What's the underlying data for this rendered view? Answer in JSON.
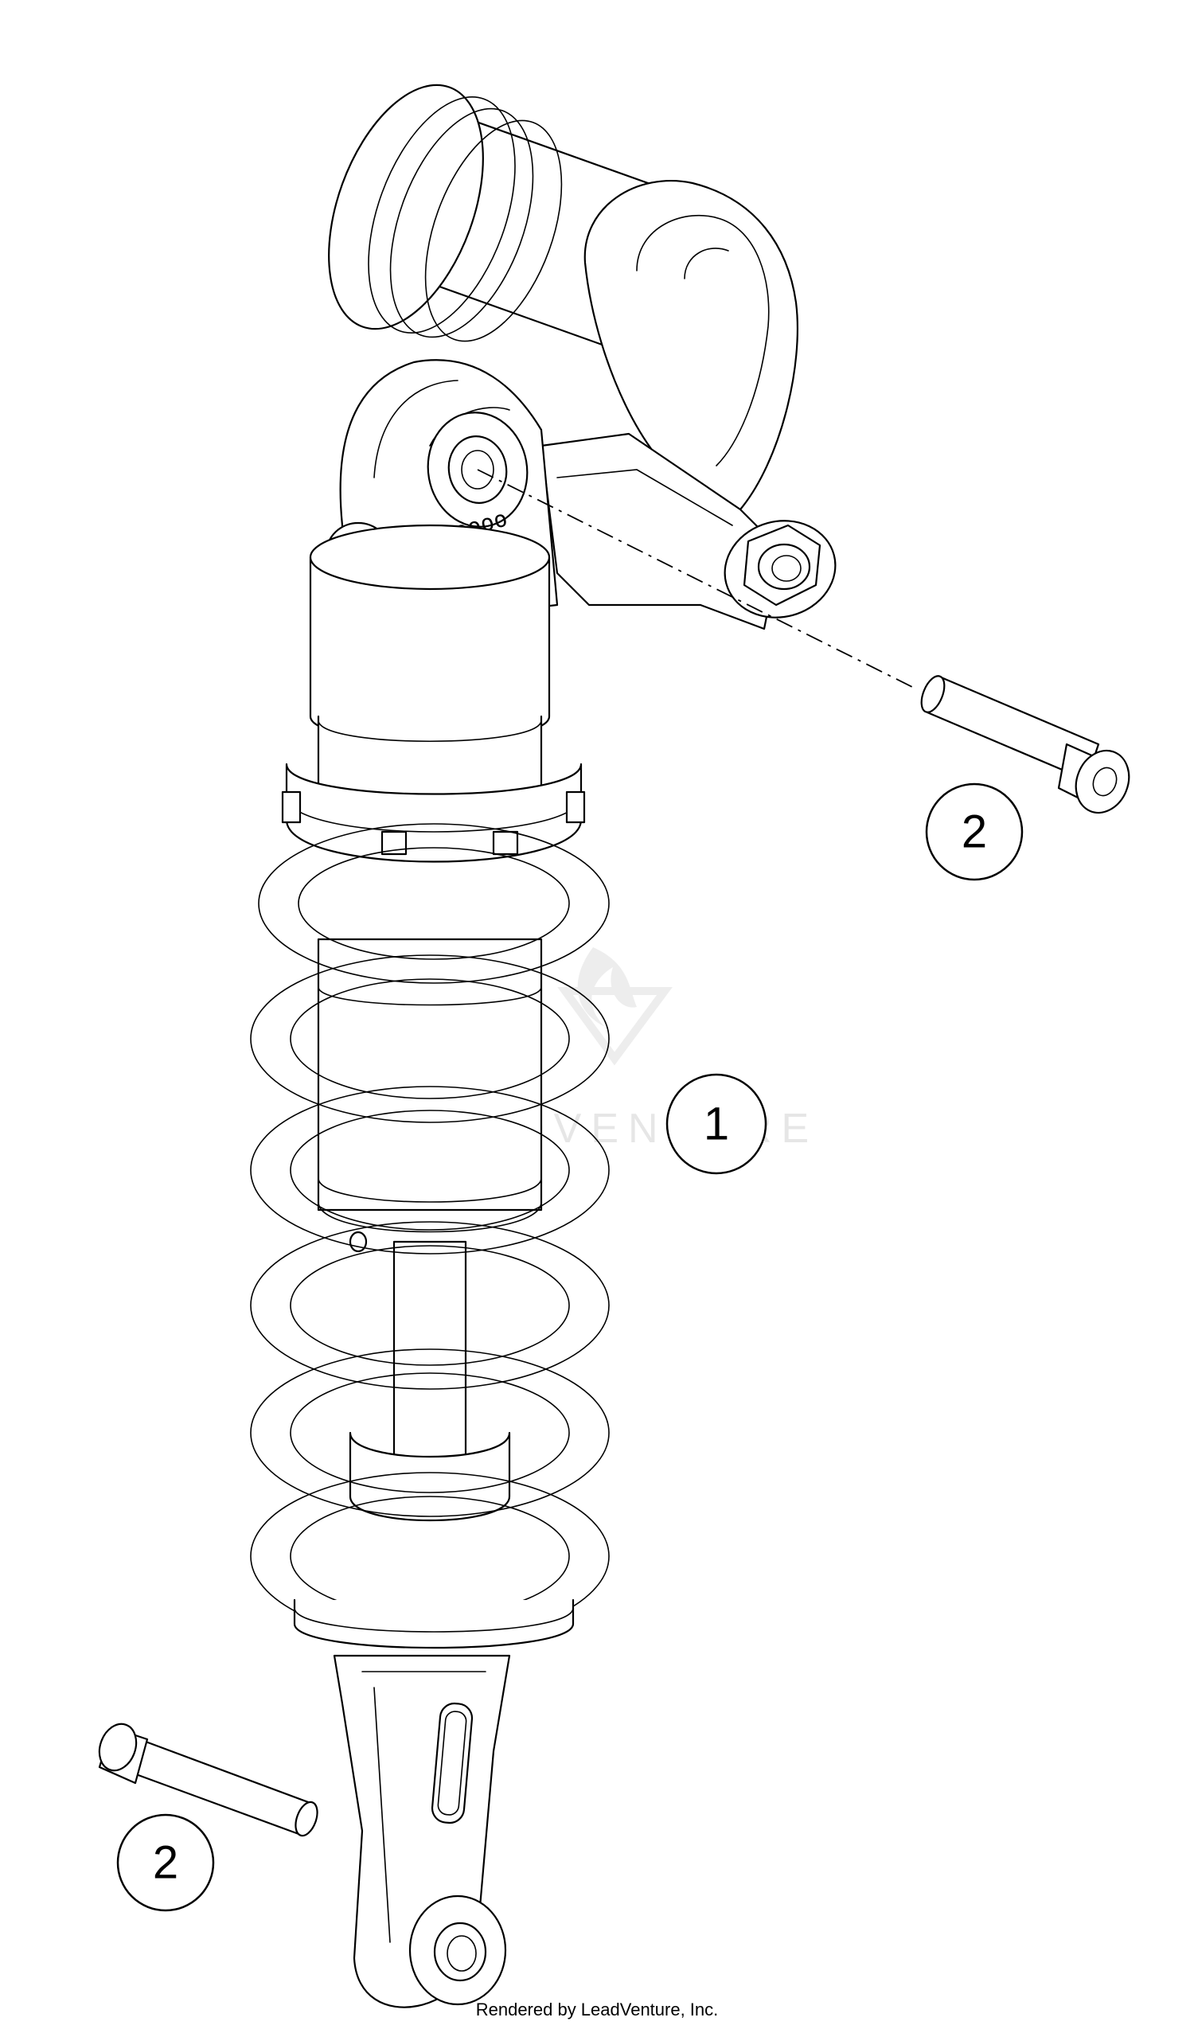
{
  "callouts": [
    {
      "id": "callout-1",
      "label": "1"
    },
    {
      "id": "callout-2-upper",
      "label": "2"
    },
    {
      "id": "callout-2-lower",
      "label": "2"
    }
  ],
  "watermark": "LEADVENTURE",
  "adjuster_marks": "☼oooooo",
  "footer": "Rendered by LeadVenture, Inc.",
  "colors": {
    "line": "#000000",
    "background": "#ffffff",
    "watermark": "#e6e6e6"
  }
}
